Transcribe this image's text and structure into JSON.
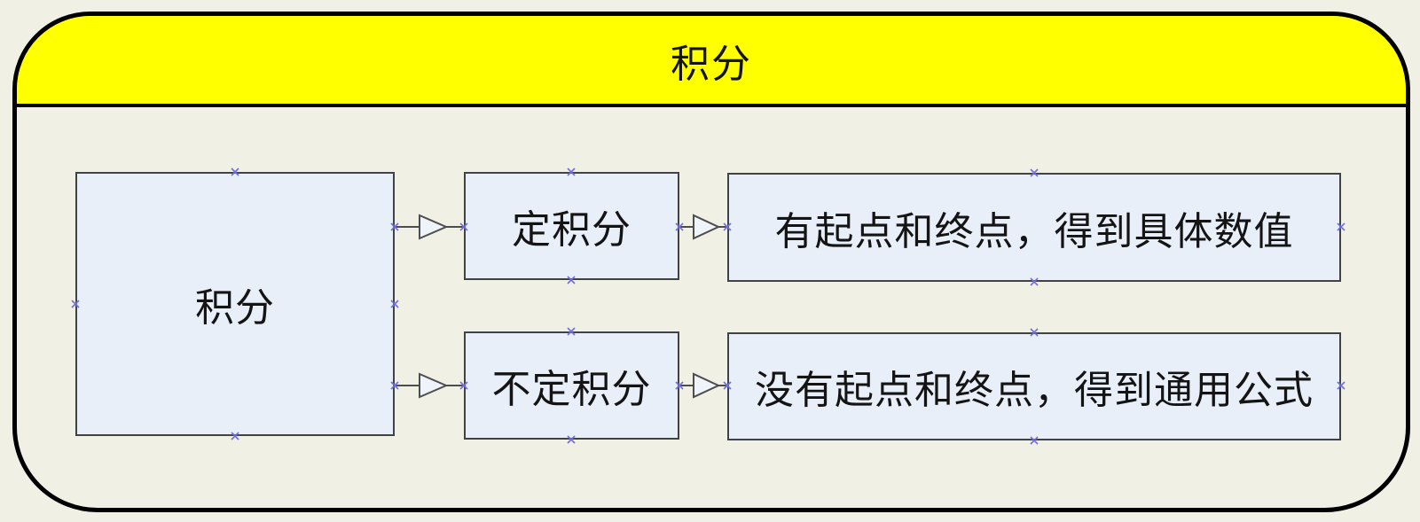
{
  "header": {
    "title": "积分"
  },
  "diagram": {
    "root": {
      "label": "积分"
    },
    "branches": [
      {
        "node": "定积分",
        "result": "有起点和终点，得到具体数值"
      },
      {
        "node": "不定积分",
        "result": "没有起点和终点，得到通用公式"
      }
    ]
  },
  "colors": {
    "page_bg": "#F0F0E5",
    "header_bg": "#FFFF00",
    "frame_border": "#000000",
    "node_fill": "#E9EFF8",
    "node_border": "#3F4347",
    "connector_color": "#4D4D4D",
    "arrow_fill": "#EFF3FA",
    "marker_color": "#6E6EE0",
    "text_color": "#141414"
  }
}
